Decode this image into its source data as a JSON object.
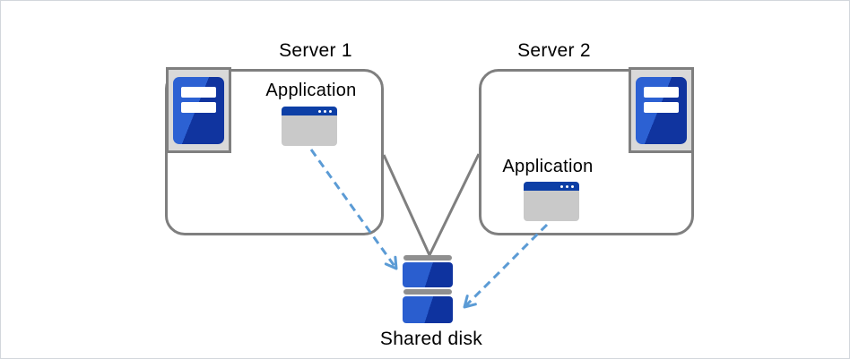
{
  "figure": {
    "type": "cluster-architecture-diagram",
    "background": "#ffffff",
    "frame_border": "#d3d7dc"
  },
  "nodes": {
    "server1": {
      "label": "Server 1",
      "icon": "server-tower-icon"
    },
    "server2": {
      "label": "Server 2",
      "icon": "server-tower-icon"
    },
    "app1": {
      "label": "Application",
      "icon": "application-window-icon",
      "parent": "server1"
    },
    "app2": {
      "label": "Application",
      "icon": "application-window-icon",
      "parent": "server2"
    },
    "shared_disk": {
      "label": "Shared disk",
      "icon": "disk-stack-icon"
    }
  },
  "edges": [
    {
      "from": "server1",
      "to": "shared_disk",
      "style": "solid-line",
      "color": "#7f7f7f"
    },
    {
      "from": "server2",
      "to": "shared_disk",
      "style": "solid-line",
      "color": "#7f7f7f"
    },
    {
      "from": "app1",
      "to": "shared_disk",
      "style": "dashed-arrow",
      "color": "#5b9bd5"
    },
    {
      "from": "app2",
      "to": "shared_disk",
      "style": "dashed-arrow",
      "color": "#5b9bd5"
    }
  ],
  "colors": {
    "box_border": "#7f7f7f",
    "icon_frame_fill": "#d9d9d9",
    "tower_blue_light": "#2c61d3",
    "tower_blue_dark": "#10349f",
    "window_header_blue": "#0d3fa6",
    "window_body_grey": "#c9c9c9",
    "disk_cap_grey": "#8f8f8f",
    "arrow_blue": "#5b9bd5",
    "text": "#000000"
  }
}
